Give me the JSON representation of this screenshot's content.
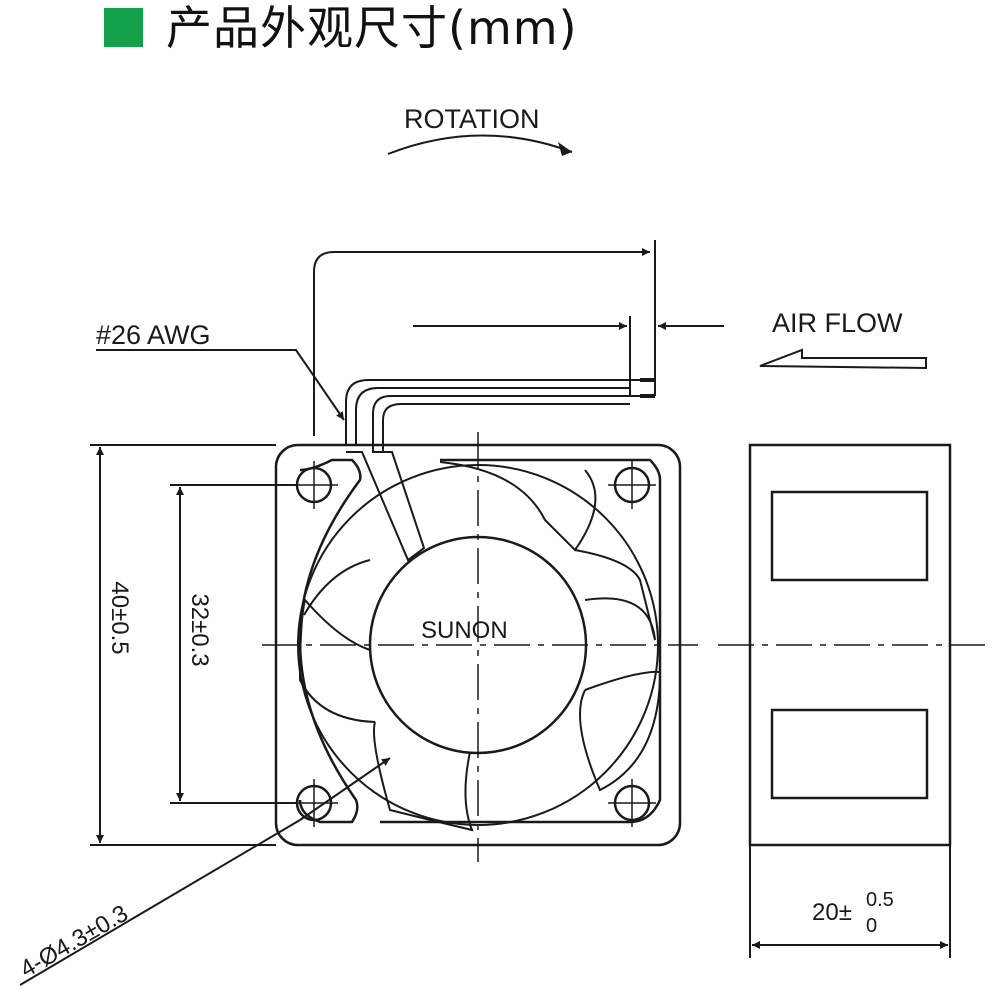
{
  "header": {
    "title": "产品外观尺寸(mm)",
    "accent_color": "#12a24a"
  },
  "drawing": {
    "rotation_label": "ROTATION",
    "wire_label": "#26 AWG",
    "airflow_label": "AIR FLOW",
    "brand_label": "SUNON",
    "dim_height": "40±0.5",
    "dim_hole_spacing": "32±0.3",
    "dim_holes": "4-Ø4.3±0.3",
    "dim_depth_base": "20±",
    "dim_depth_upper": "0.5",
    "dim_depth_lower": "0"
  }
}
